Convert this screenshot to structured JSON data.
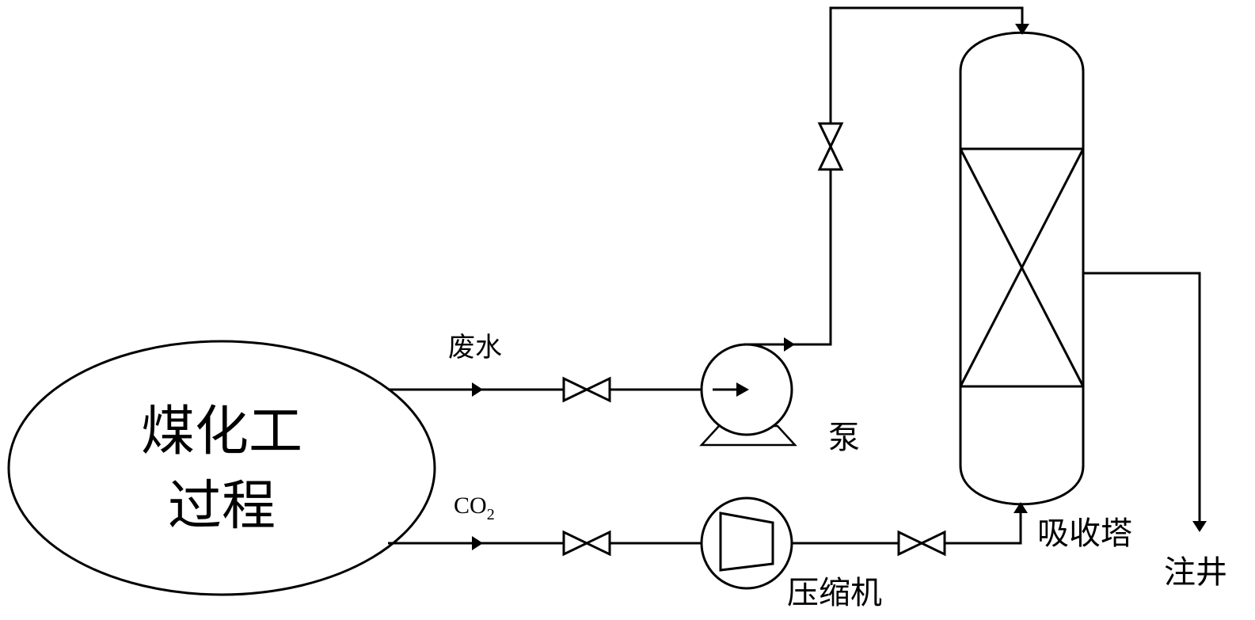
{
  "process_unit": {
    "line1": "煤化工",
    "line2": "过程"
  },
  "streams": {
    "wastewater": "废水",
    "co2_main": "CO",
    "co2_sub": "2"
  },
  "equipment": {
    "pump": "泵",
    "compressor": "压缩机",
    "absorber": "吸收塔"
  },
  "outlet": "注井"
}
